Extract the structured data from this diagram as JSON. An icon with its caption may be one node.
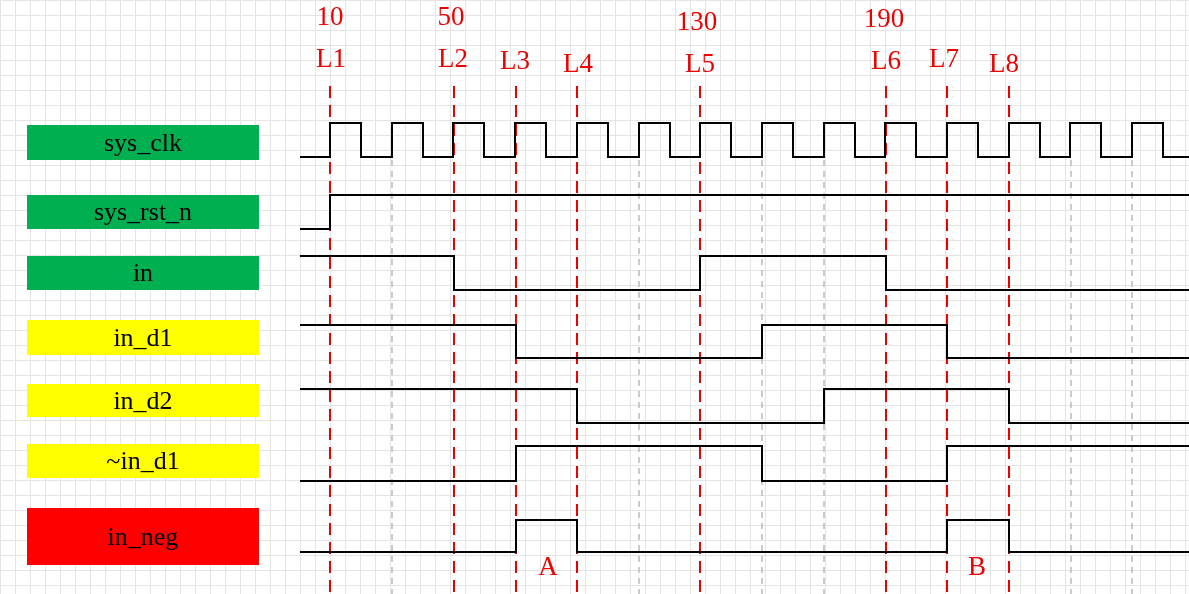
{
  "diagram": {
    "nodes": [
      {
        "text": [
          "sys_clk"
        ]
      },
      {
        "text": [
          "sys_rst_n"
        ]
      },
      {
        "text": [
          "in"
        ]
      },
      {
        "text": [
          "in_d1"
        ]
      },
      {
        "text": [
          "in_d2"
        ]
      },
      {
        "text": [
          "~in_d1"
        ]
      },
      {
        "text": [
          "in_neg"
        ]
      }
    ],
    "labels": [
      "10",
      "50",
      "130",
      "190",
      "L1",
      "L2",
      "L3",
      "L4",
      "L5",
      "L6",
      "L7",
      "L8",
      "A",
      "B"
    ]
  }
}
